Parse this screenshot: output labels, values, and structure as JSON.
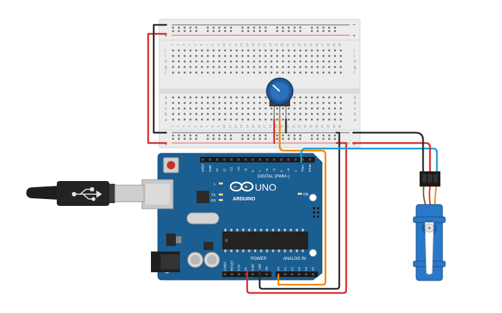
{
  "breadboard": {
    "column_numbers": [
      "1",
      "2",
      "3",
      "4",
      "5",
      "6",
      "7",
      "8",
      "9",
      "10",
      "11",
      "12",
      "13",
      "14",
      "15",
      "16",
      "17",
      "18",
      "19",
      "20",
      "21",
      "22",
      "23",
      "24",
      "25",
      "26",
      "27",
      "28",
      "29",
      "30"
    ],
    "row_letters_top": [
      "j",
      "i",
      "h",
      "g",
      "f"
    ],
    "row_letters_bottom": [
      "e",
      "d",
      "c",
      "b",
      "a"
    ],
    "rail_minus": "−",
    "rail_plus": "+"
  },
  "arduino": {
    "brand": "ARDUINO",
    "model": "UNO",
    "digital_label": "DIGITAL (PWM~)",
    "power_label": "POWER",
    "analog_label": "ANALOG IN",
    "on_label": "ON",
    "l_label": "L",
    "tx_label": "TX",
    "rx_label": "RX",
    "digital_pins": [
      "AREF",
      "GND",
      "13",
      "12",
      "~11",
      "~10",
      "~9",
      "8",
      "7",
      "~6",
      "~5",
      "4",
      "~3",
      "2",
      "TX▸1",
      "RX◂0"
    ],
    "power_pins": [
      "IOREF",
      "RESET",
      "3.3V",
      "5V",
      "GND",
      "GND",
      "Vin"
    ],
    "analog_pins": [
      "A0",
      "A1",
      "A2",
      "A3",
      "A4",
      "A5"
    ]
  },
  "colors": {
    "board": "#1a5f93",
    "wire_red": "#d62b2b",
    "wire_black": "#2b2b2b",
    "wire_orange": "#f08a00",
    "wire_blue": "#1e9bd7",
    "servo": "#2a78c8",
    "breadboard": "#e9e9e9"
  },
  "icons": {
    "usb": "usb-symbol-icon",
    "reset": "reset-button",
    "potentiometer": "potentiometer-knob",
    "servo": "servo-motor"
  }
}
